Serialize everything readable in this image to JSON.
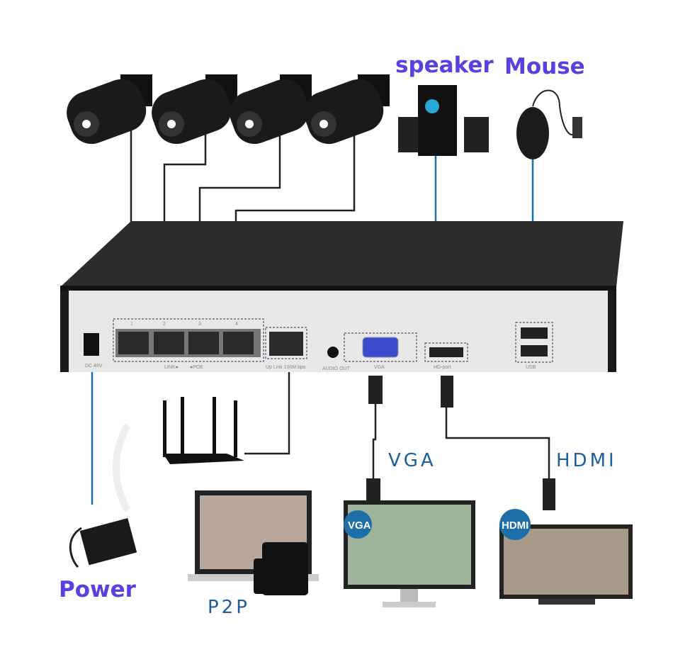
{
  "labels": {
    "speaker": "speaker",
    "mouse": "Mouse",
    "power": "Power",
    "vga": "VGA",
    "hdmi": "HDMI",
    "p2p": "P2P"
  },
  "badges": {
    "vga": "VGA",
    "hdmi": "HDMI"
  },
  "nvr_panel": {
    "port_numbers": [
      "1",
      "2",
      "3",
      "4"
    ],
    "dc": "DC 48V",
    "link": "LINK●",
    "poe": "●POE",
    "uplink": "Up Link 100M bps",
    "audio_out": "AUDIO OUT",
    "vga_port": "VGA",
    "hd_port": "HD-port",
    "usb": "USB"
  },
  "colors": {
    "label_purple": "#5b3fe0",
    "cable_blue": "#1e6fa8",
    "label_blue": "#1e5f9a"
  }
}
